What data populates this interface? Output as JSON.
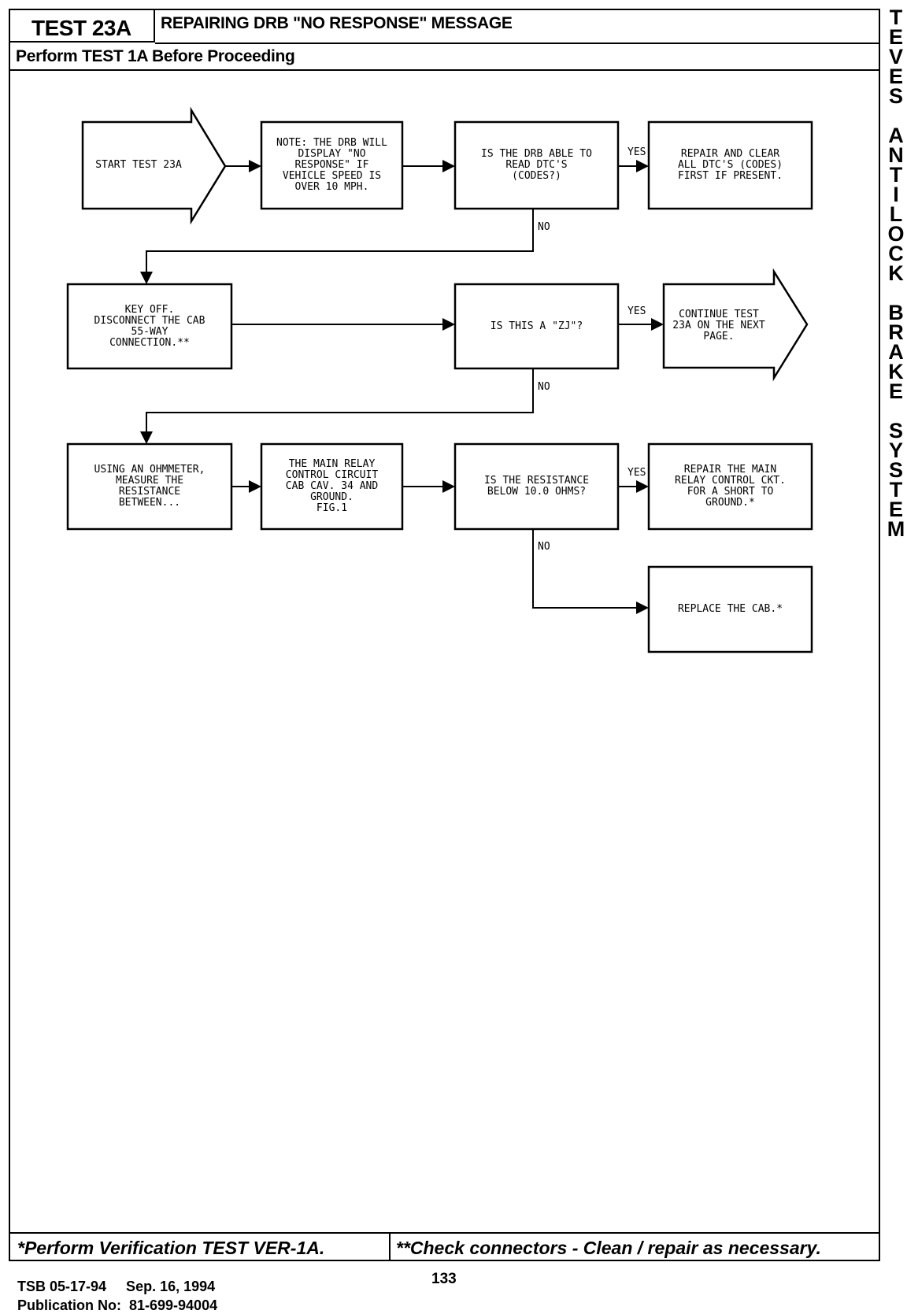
{
  "header": {
    "test_id": "TEST 23A",
    "title": "REPAIRING DRB \"NO RESPONSE\" MESSAGE",
    "subtitle": "Perform TEST 1A Before Proceeding"
  },
  "side_title": [
    "T",
    "E",
    "V",
    "E",
    "S",
    "",
    "A",
    "N",
    "T",
    "I",
    "L",
    "O",
    "C",
    "K",
    "",
    "B",
    "R",
    "A",
    "K",
    "E",
    "",
    "S",
    "Y",
    "S",
    "T",
    "E",
    "M"
  ],
  "flowchart": {
    "start": "START TEST 23A",
    "note": "NOTE: THE DRB WILL\nDISPLAY \"NO\nRESPONSE\" IF\nVEHICLE SPEED IS\nOVER 10 MPH.",
    "q_read_dtc": "IS THE DRB ABLE TO\nREAD DTC'S\n(CODES?)",
    "repair_clear": "REPAIR AND CLEAR\nALL DTC'S (CODES)\nFIRST IF PRESENT.",
    "key_off": "KEY OFF.\nDISCONNECT THE CAB\n55-WAY\nCONNECTION.**",
    "q_zj": "IS THIS A \"ZJ\"?",
    "continue": "CONTINUE TEST\n23A ON THE NEXT\nPAGE.",
    "ohmmeter": "USING AN OHMMETER,\nMEASURE THE\nRESISTANCE\nBETWEEN...",
    "main_relay": "THE MAIN RELAY\nCONTROL CIRCUIT\nCAB CAV. 34 AND\nGROUND.\nFIG.1",
    "q_resistance": "IS THE RESISTANCE\nBELOW 10.0 OHMS?",
    "repair_relay": "REPAIR THE MAIN\nRELAY CONTROL CKT.\nFOR A SHORT TO\nGROUND.*",
    "replace_cab": "REPLACE THE CAB.*",
    "yes": "YES",
    "no": "NO"
  },
  "footer": {
    "left": "*Perform Verification TEST VER-1A.",
    "right": "**Check connectors - Clean / repair as necessary.",
    "page": "133",
    "tsb": "TSB 05-17-94     Sep. 16, 1994",
    "publication": "Publication No:  81-699-94004"
  }
}
